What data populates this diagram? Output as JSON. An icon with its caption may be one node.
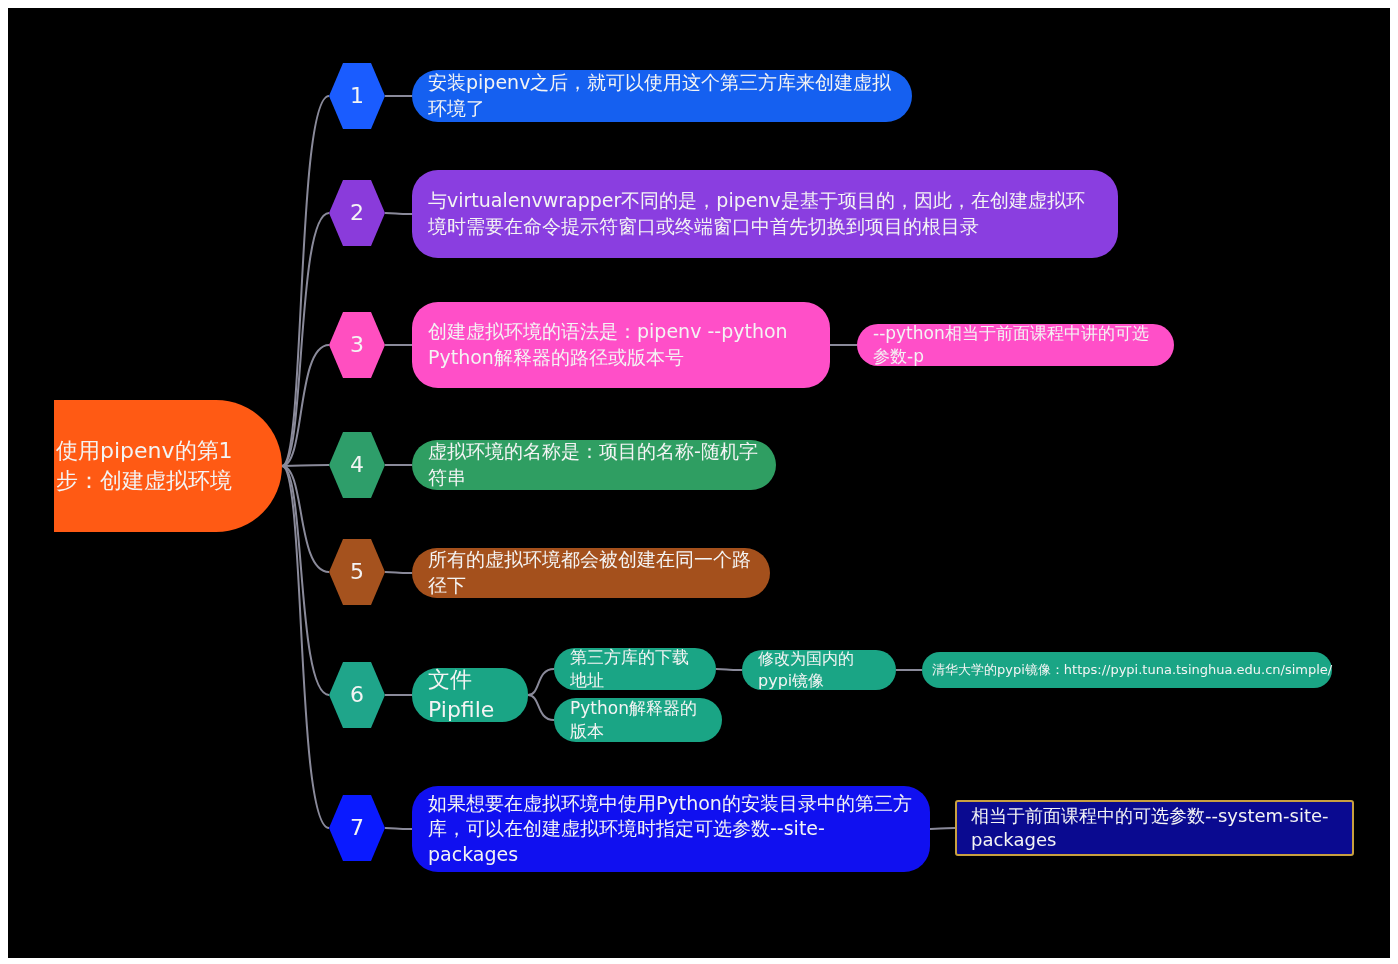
{
  "diagram": {
    "nodes": [
      {
        "text": [
          "使用pipenv的第1步：创建虚拟环境"
        ]
      },
      {
        "text": [
          "1"
        ]
      },
      {
        "text": [
          "安装pipenv之后，就可以使用这个第三方库来创建虚拟环境了"
        ]
      },
      {
        "text": [
          "2"
        ]
      },
      {
        "text": [
          "与virtualenvwrapper不同的是，pipenv是基于项目的，因此，在创建虚拟环境时需要在命令提示符窗口或终端窗口中首先切换到项目的根目录"
        ]
      },
      {
        "text": [
          "3"
        ]
      },
      {
        "text": [
          "创建虚拟环境的语法是：pipenv --python Python解释器的路径或版本号"
        ]
      },
      {
        "text": [
          "--python相当于前面课程中讲的可选参数-p"
        ]
      },
      {
        "text": [
          "4"
        ]
      },
      {
        "text": [
          "虚拟环境的名称是：项目的名称-随机字符串"
        ]
      },
      {
        "text": [
          "5"
        ]
      },
      {
        "text": [
          "所有的虚拟环境都会被创建在同一个路径下"
        ]
      },
      {
        "text": [
          "6"
        ]
      },
      {
        "text": [
          "文件Pipfile"
        ]
      },
      {
        "text": [
          "第三方库的下载地址"
        ]
      },
      {
        "text": [
          "修改为国内的pypi镜像"
        ]
      },
      {
        "text": [
          "清华大学的pypi镜像：https://pypi.tuna.tsinghua.edu.cn/simple/"
        ]
      },
      {
        "text": [
          "Python解释器的版本"
        ]
      },
      {
        "text": [
          "7"
        ]
      },
      {
        "text": [
          "如果想要在虚拟环境中使用Python的安装目录中的第三方库，可以在创建虚拟环境时指定可选参数--site-packages"
        ]
      },
      {
        "text": [
          "相当于前面课程中的可选参数--system-site-packages"
        ]
      }
    ],
    "edges": [
      {
        "from": 0,
        "to": 1,
        "arrow": "none"
      },
      {
        "from": 0,
        "to": 3,
        "arrow": "none"
      },
      {
        "from": 0,
        "to": 5,
        "arrow": "none"
      },
      {
        "from": 0,
        "to": 8,
        "arrow": "none"
      },
      {
        "from": 0,
        "to": 10,
        "arrow": "none"
      },
      {
        "from": 0,
        "to": 12,
        "arrow": "none"
      },
      {
        "from": 0,
        "to": 18,
        "arrow": "none"
      },
      {
        "from": 1,
        "to": 2,
        "arrow": "none"
      },
      {
        "from": 3,
        "to": 4,
        "arrow": "none"
      },
      {
        "from": 5,
        "to": 6,
        "arrow": "none"
      },
      {
        "from": 6,
        "to": 7,
        "arrow": "none"
      },
      {
        "from": 8,
        "to": 9,
        "arrow": "none"
      },
      {
        "from": 10,
        "to": 11,
        "arrow": "none"
      },
      {
        "from": 12,
        "to": 13,
        "arrow": "none"
      },
      {
        "from": 13,
        "to": 14,
        "arrow": "none"
      },
      {
        "from": 14,
        "to": 15,
        "arrow": "none"
      },
      {
        "from": 15,
        "to": 16,
        "arrow": "none"
      },
      {
        "from": 13,
        "to": 17,
        "arrow": "none"
      },
      {
        "from": 18,
        "to": 19,
        "arrow": "none"
      },
      {
        "from": 19,
        "to": 20,
        "arrow": "none"
      }
    ]
  }
}
